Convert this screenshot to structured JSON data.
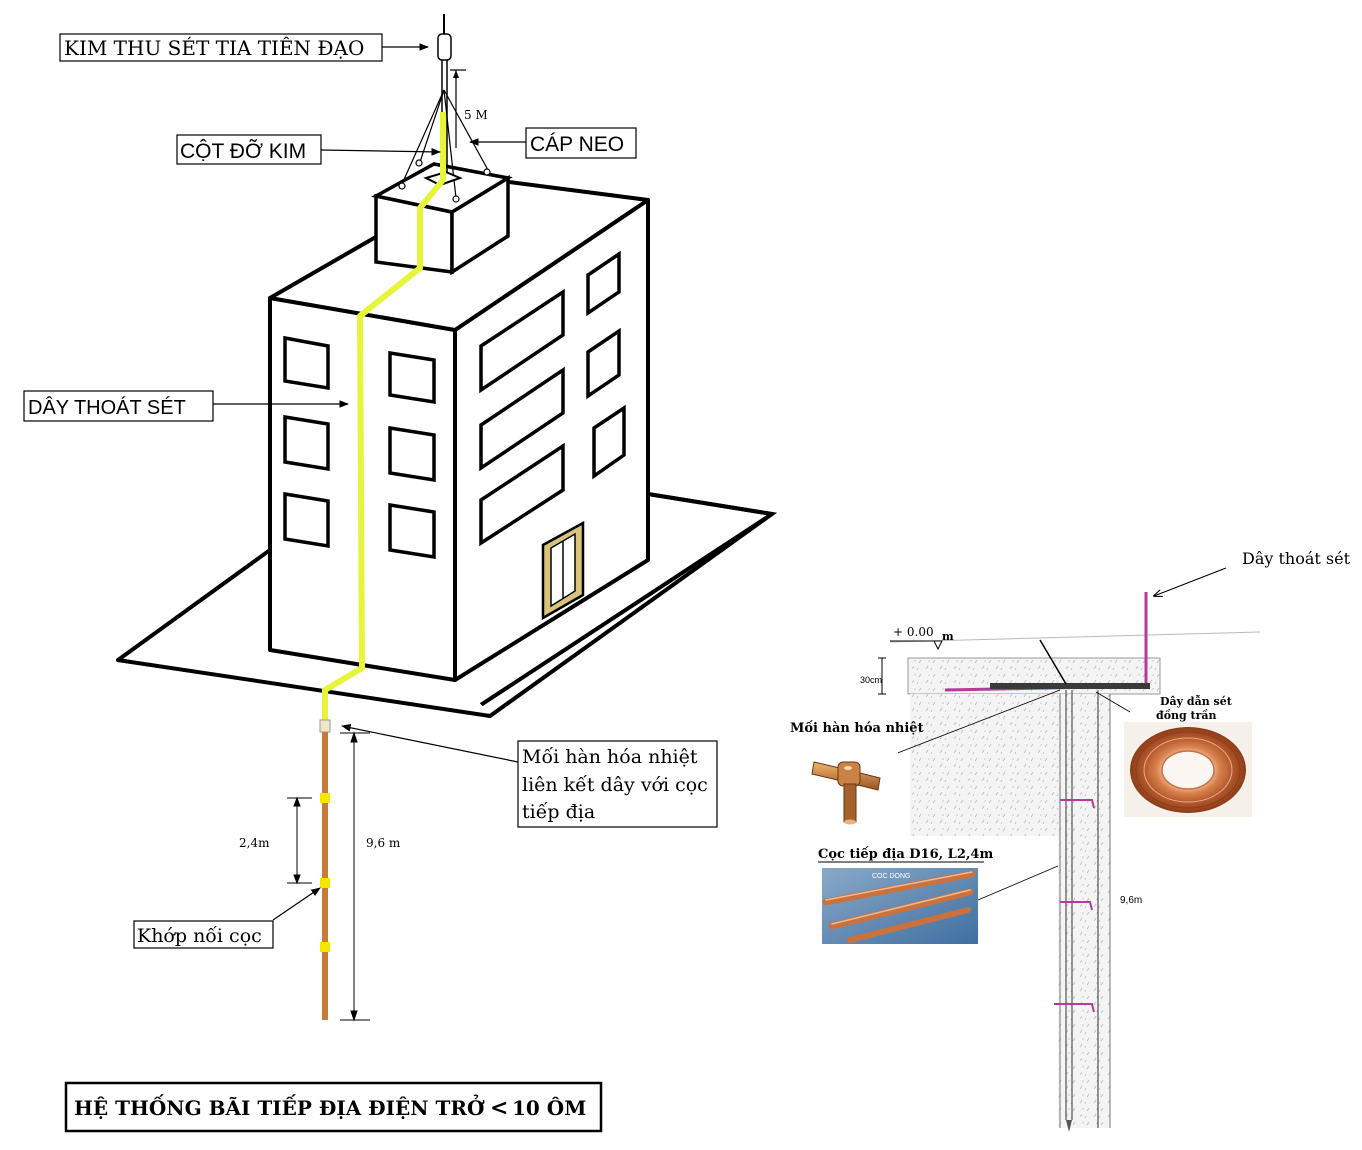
{
  "labels": {
    "kim_thu_set": "KIM THU SÉT TIA TIÊN ĐẠO",
    "cot_do_kim": "CỘT ĐỠ KIM",
    "cap_neo": "CÁP NEO",
    "day_thoat_set_upper": "DÂY THOÁT SÉT",
    "height_5m": "5 M",
    "weld_line1": "Mối hàn hóa nhiệt",
    "weld_line2": "liên kết dây với cọc",
    "weld_line3": "tiếp địa",
    "seg_2_4m": "2,4m",
    "total_9_6m": "9,6 m",
    "khop_noi_coc": "Khớp nối cọc",
    "title_prefix": "HỆ THỐNG BÃI TIẾP ĐỊA ĐIỆN TRỞ",
    "title_symbol": "<",
    "title_suffix": "10 ÔM",
    "right_day_thoat_set": "Dây thoát sét",
    "level": "+ 0.00",
    "level_unit": "m",
    "depth_30cm": "30cm",
    "moi_han_hoa_nhiet": "Mối hàn hóa nhiệt",
    "day_dan_set_1": "Dây dẫn sét",
    "day_dan_set_2": "đồng trần",
    "coc_tiep_dia": "Cọc tiếp địa D16, L2,4m",
    "right_9_6m": "9,6m",
    "rod_stamp": "COC DONG"
  },
  "colors": {
    "conductor": "#e6f53a",
    "rod": "#c87a3a",
    "joint": "#f5e600",
    "cable": "#b53a9a",
    "copper": "#c9713f"
  }
}
